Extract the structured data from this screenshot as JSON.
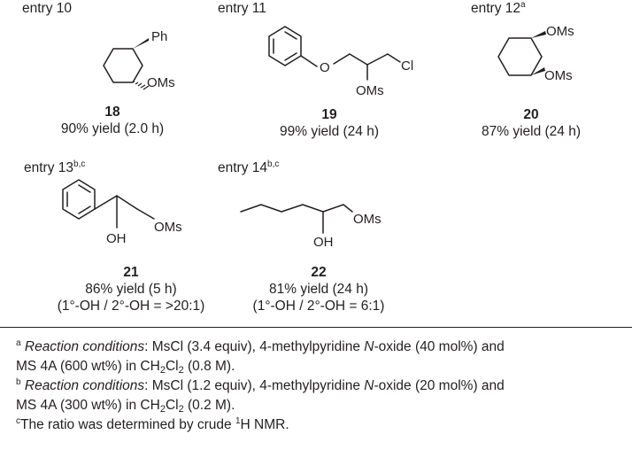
{
  "entries": [
    {
      "label": "entry 10",
      "sup": "",
      "compound": "18",
      "yield": "90% yield (2.0 h)",
      "ratio": "",
      "atoms": {
        "a": "Ph",
        "b": "OMs"
      }
    },
    {
      "label": "entry 11",
      "sup": "",
      "compound": "19",
      "yield": "99% yield (24 h)",
      "ratio": "",
      "atoms": {
        "a": "O",
        "b": "Cl",
        "c": "OMs"
      }
    },
    {
      "label": "entry 12",
      "sup": "a",
      "compound": "20",
      "yield": "87% yield (24 h)",
      "ratio": "",
      "atoms": {
        "a": "OMs",
        "b": "OMs"
      }
    },
    {
      "label": "entry 13",
      "sup": "b,c",
      "compound": "21",
      "yield": "86% yield (5 h)",
      "ratio": "(1°-OH / 2°-OH = >20:1)",
      "atoms": {
        "a": "OMs",
        "b": "OH"
      }
    },
    {
      "label": "entry 14",
      "sup": "b,c",
      "compound": "22",
      "yield": "81% yield (24 h)",
      "ratio": "(1°-OH / 2°-OH = 6:1)",
      "atoms": {
        "a": "OMs",
        "b": "OH"
      }
    }
  ],
  "footnotes": {
    "a": {
      "mark": "a",
      "italic": "Reaction conditions",
      "text1": ": MsCl (3.4 equiv), 4-methylpyridine ",
      "noxide": "N",
      "text2": "-oxide (40 mol%) and",
      "line2a": "MS 4A (600 wt%) in CH",
      "sub1": "2",
      "line2b": "Cl",
      "sub2": "2",
      "line2c": " (0.8 M)."
    },
    "b": {
      "mark": "b",
      "italic": "Reaction conditions",
      "text1": ": MsCl (1.2 equiv), 4-methylpyridine ",
      "noxide": "N",
      "text2": "-oxide (20 mol%) and",
      "line2a": "MS 4A (300 wt%) in CH",
      "sub1": "2",
      "line2b": "Cl",
      "sub2": "2",
      "line2c": " (0.2 M)."
    },
    "c": {
      "mark": "c",
      "text1": "The ratio was determined by crude ",
      "supH": "1",
      "text2": "H NMR."
    }
  }
}
